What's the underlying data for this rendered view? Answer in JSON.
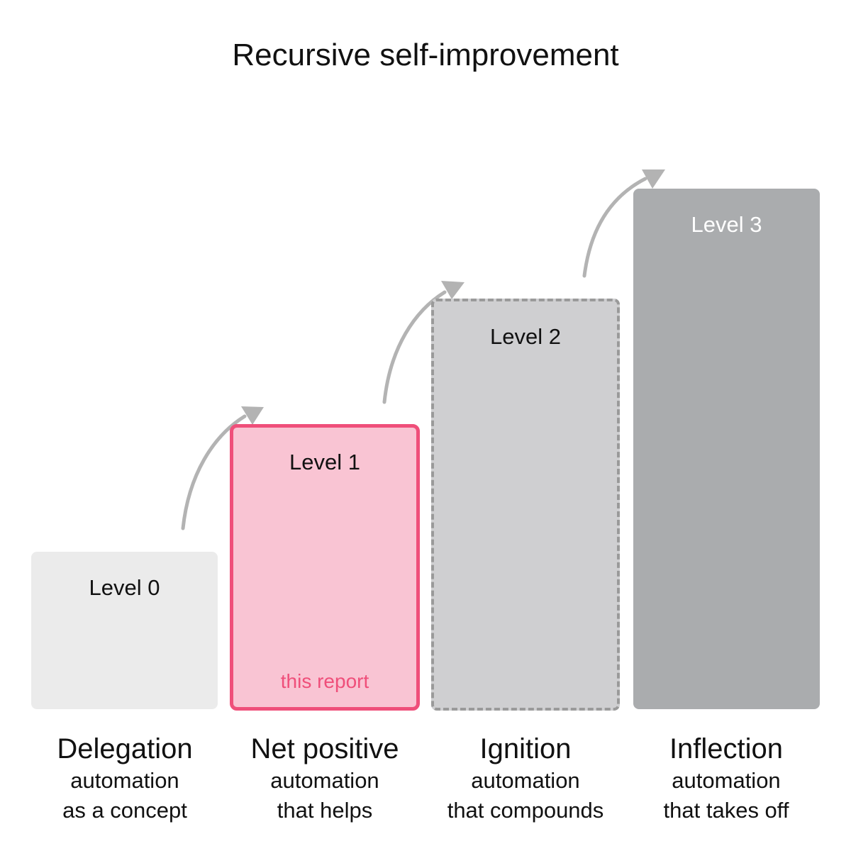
{
  "title": "Recursive self-improvement",
  "colors": {
    "level0_fill": "#ebebeb",
    "level1_fill": "#f9c4d3",
    "level1_border": "#ef4f7a",
    "level2_fill": "#cfcfd1",
    "level2_border": "#9a9a9a",
    "level3_fill": "#aaacae",
    "arrow": "#b3b3b3"
  },
  "levels": [
    {
      "label": "Level 0",
      "name": "Delegation",
      "line1": "automation",
      "line2": "as a concept"
    },
    {
      "label": "Level 1",
      "name": "Net positive",
      "line1": "automation",
      "line2": "that helps",
      "note": "this report"
    },
    {
      "label": "Level 2",
      "name": "Ignition",
      "line1": "automation",
      "line2": "that compounds"
    },
    {
      "label": "Level 3",
      "name": "Inflection",
      "line1": "automation",
      "line2": "that takes off"
    }
  ]
}
